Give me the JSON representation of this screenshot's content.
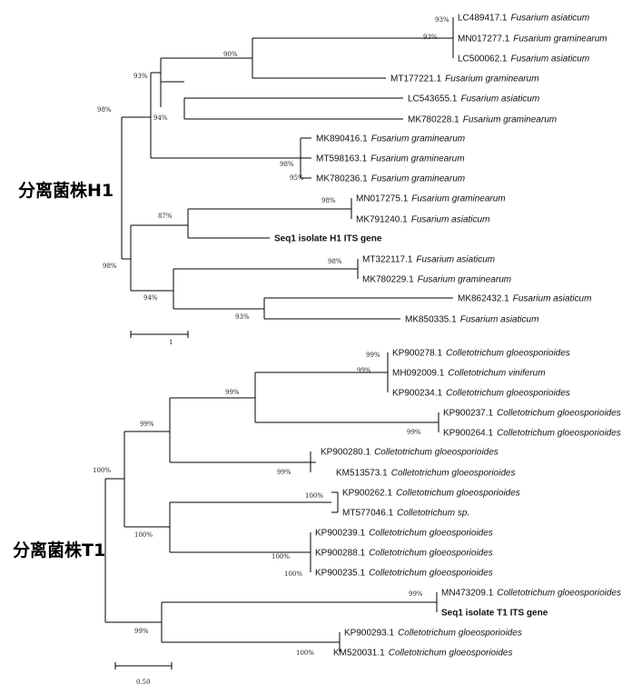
{
  "tree_h1": {
    "title": "分离菌株H1",
    "leaves": [
      {
        "acc": "LC489417.1",
        "species": "Fusarium asiaticum"
      },
      {
        "acc": "MN017277.1",
        "species": "Fusarium graminearum"
      },
      {
        "acc": "LC500062.1",
        "species": "Fusarium asiaticum"
      },
      {
        "acc": "MT177221.1",
        "species": "Fusarium graminearum"
      },
      {
        "acc": "LC543655.1",
        "species": "Fusarium asiaticum"
      },
      {
        "acc": "MK780228.1",
        "species": "Fusarium graminearum"
      },
      {
        "acc": "MK890416.1",
        "species": "Fusarium graminearum"
      },
      {
        "acc": "MT598163.1",
        "species": "Fusarium graminearum"
      },
      {
        "acc": "MK780236.1",
        "species": "Fusarium graminearum"
      },
      {
        "acc": "MN017275.1",
        "species": "Fusarium graminearum"
      },
      {
        "acc": "MK791240.1",
        "species": "Fusarium asiaticum"
      },
      {
        "acc": "Seq1 isolate H1 ITS gene",
        "species": ""
      },
      {
        "acc": "MT322117.1",
        "species": "Fusarium asiaticum"
      },
      {
        "acc": "MK780229.1",
        "species": "Fusarium graminearum"
      },
      {
        "acc": "MK862432.1",
        "species": "Fusarium asiaticum"
      },
      {
        "acc": "MK850335.1",
        "species": "Fusarium asiaticum"
      }
    ],
    "bootstrap": [
      "93%",
      "93%",
      "90%",
      "93%",
      "94%",
      "98%",
      "98%",
      "95%",
      "98%",
      "87%",
      "98%",
      "98%",
      "94%",
      "93%"
    ],
    "scale_label": "1"
  },
  "tree_t1": {
    "title": "分离菌株T1",
    "leaves": [
      {
        "acc": "KP900278.1",
        "species": "Colletotrichum gloeosporioides"
      },
      {
        "acc": "MH092009.1",
        "species": "Colletotrichum viniferum"
      },
      {
        "acc": "KP900234.1",
        "species": "Colletotrichum gloeosporioides"
      },
      {
        "acc": "KP900237.1",
        "species": "Colletotrichum gloeosporioides"
      },
      {
        "acc": "KP900264.1",
        "species": "Colletotrichum gloeosporioides"
      },
      {
        "acc": "KP900280.1",
        "species": "Colletotrichum gloeosporioides"
      },
      {
        "acc": "KM513573.1",
        "species": "Colletotrichum gloeosporioides"
      },
      {
        "acc": "KP900262.1",
        "species": "Colletotrichum gloeosporioides"
      },
      {
        "acc": "MT577046.1",
        "species": "Colletotrichum sp."
      },
      {
        "acc": "KP900239.1",
        "species": "Colletotrichum gloeosporioides"
      },
      {
        "acc": "KP900288.1",
        "species": "Colletotrichum gloeosporioides"
      },
      {
        "acc": "KP900235.1",
        "species": "Colletotrichum gloeosporioides"
      },
      {
        "acc": "MN473209.1",
        "species": "Colletotrichum gloeosporioides"
      },
      {
        "acc": "Seq1 isolate T1 ITS gene",
        "species": ""
      },
      {
        "acc": "KP900293.1",
        "species": "Colletotrichum gloeosporioides"
      },
      {
        "acc": "KM520031.1",
        "species": "Colletotrichum gloeosporioides"
      }
    ],
    "bootstrap": [
      "99%",
      "99%",
      "99%",
      "99%",
      "99%",
      "99%",
      "100%",
      "100%",
      "100%",
      "100%",
      "100%",
      "99%",
      "99%",
      "100%"
    ],
    "scale_label": "0.50"
  }
}
